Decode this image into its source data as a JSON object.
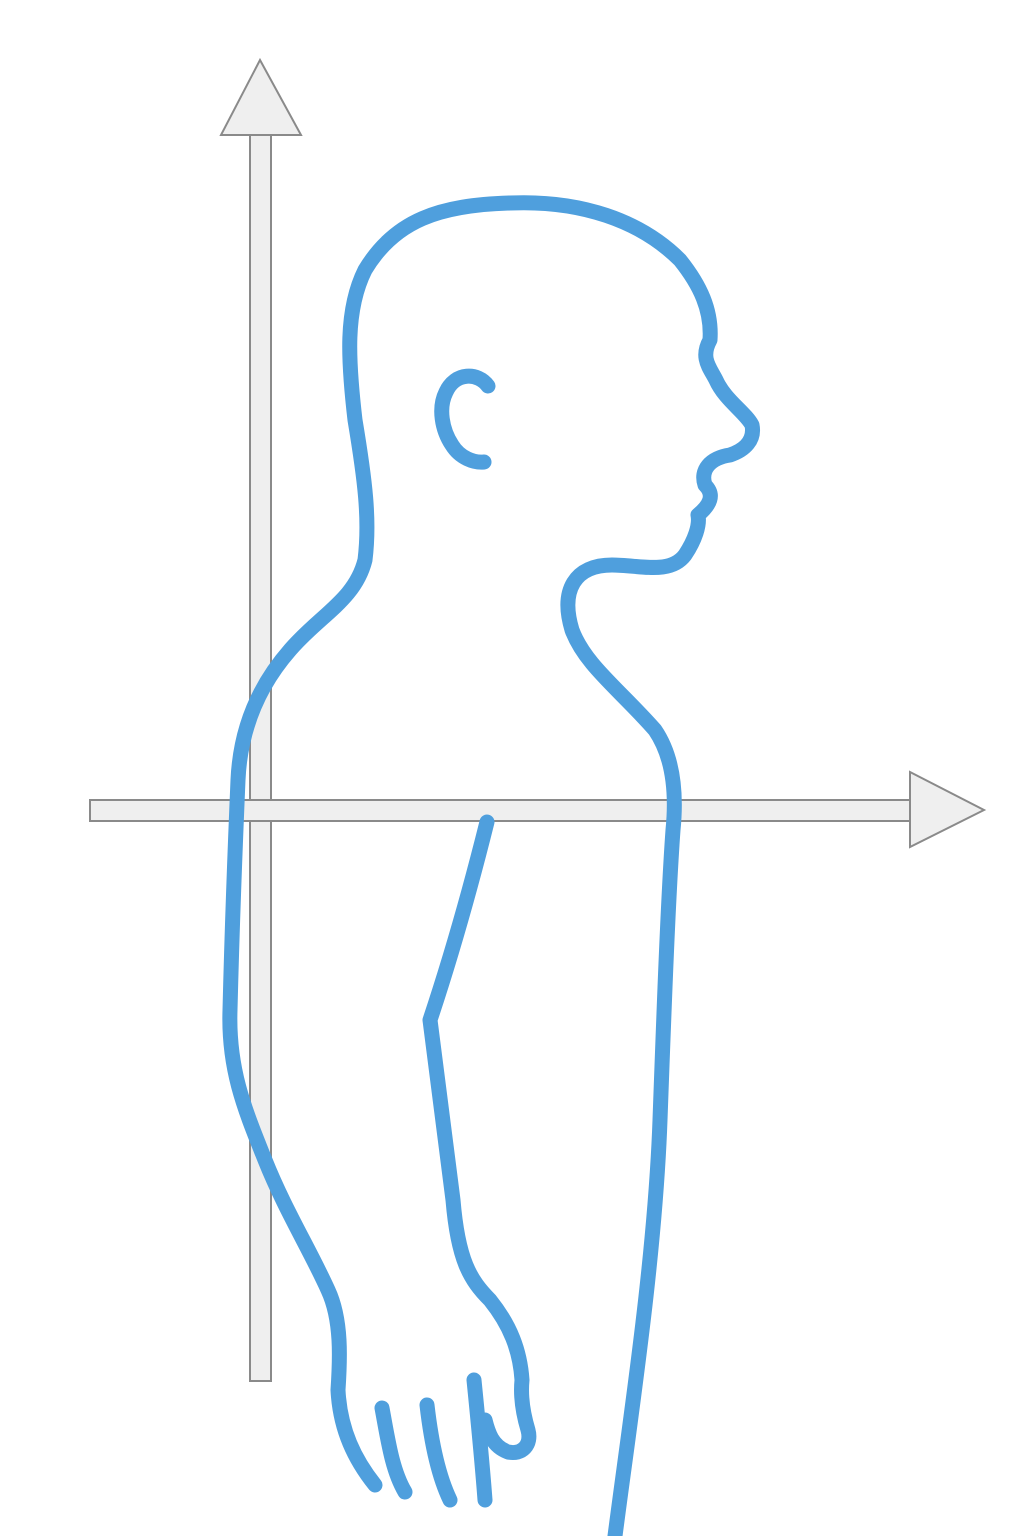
{
  "colors": {
    "background": "#ffffff",
    "axis_fill": "#efefef",
    "axis_stroke": "#8a8a8a",
    "figure_outline": "#4f9fdd"
  },
  "diagram": {
    "description_elements": [
      "vertical-axis-arrow",
      "horizontal-axis-arrow",
      "human-profile-outline"
    ]
  }
}
